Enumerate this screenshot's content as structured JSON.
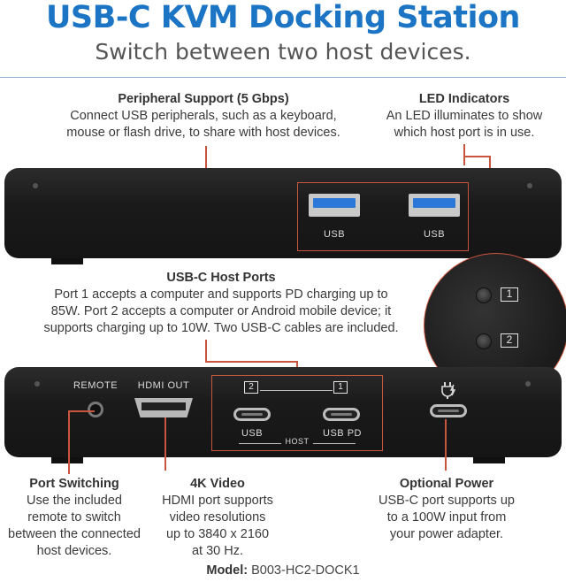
{
  "header": {
    "title": "USB-C KVM Docking Station",
    "subtitle": "Switch between two host devices."
  },
  "callouts": {
    "peripheral": {
      "heading": "Peripheral Support (5 Gbps)",
      "line1": "Connect USB peripherals, such as a keyboard,",
      "line2": "mouse or flash drive, to share with host devices."
    },
    "led": {
      "heading": "LED Indicators",
      "line1": "An LED illuminates to show",
      "line2": "which host port is in use."
    },
    "host_ports": {
      "heading": "USB-C Host Ports",
      "line1": "Port 1 accepts a computer and supports PD charging up to",
      "line2": "85W. Port 2 accepts a computer or Android mobile device; it",
      "line3": "supports charging up to 10W. Two USB-C cables are included."
    },
    "switching": {
      "heading": "Port Switching",
      "line1": "Use the included",
      "line2": "remote to switch",
      "line3": "between the connected",
      "line4": "host devices."
    },
    "video": {
      "heading": "4K Video",
      "line1": "HDMI port supports",
      "line2": "video resolutions",
      "line3": "up to 3840 x 2160",
      "line4": "at 30 Hz."
    },
    "power": {
      "heading": "Optional Power",
      "line1": "USB-C port supports up",
      "line2": "to a 100W input from",
      "line3": "your power adapter."
    }
  },
  "front_panel": {
    "usb_left": "USB",
    "usb_right": "USB"
  },
  "led_zoom": {
    "led1": "1",
    "led2": "2"
  },
  "rear_panel": {
    "remote": "REMOTE",
    "hdmi": "HDMI OUT",
    "host2_num": "2",
    "host1_num": "1",
    "usb": "USB",
    "usb_pd": "USB PD",
    "host": "HOST"
  },
  "footer": {
    "model_label": "Model:",
    "model_value": "B003-HC2-DOCK1"
  },
  "colors": {
    "title_blue": "#1c74c4",
    "callout_red": "#c9553f",
    "usb_blue": "#2c78d8"
  }
}
